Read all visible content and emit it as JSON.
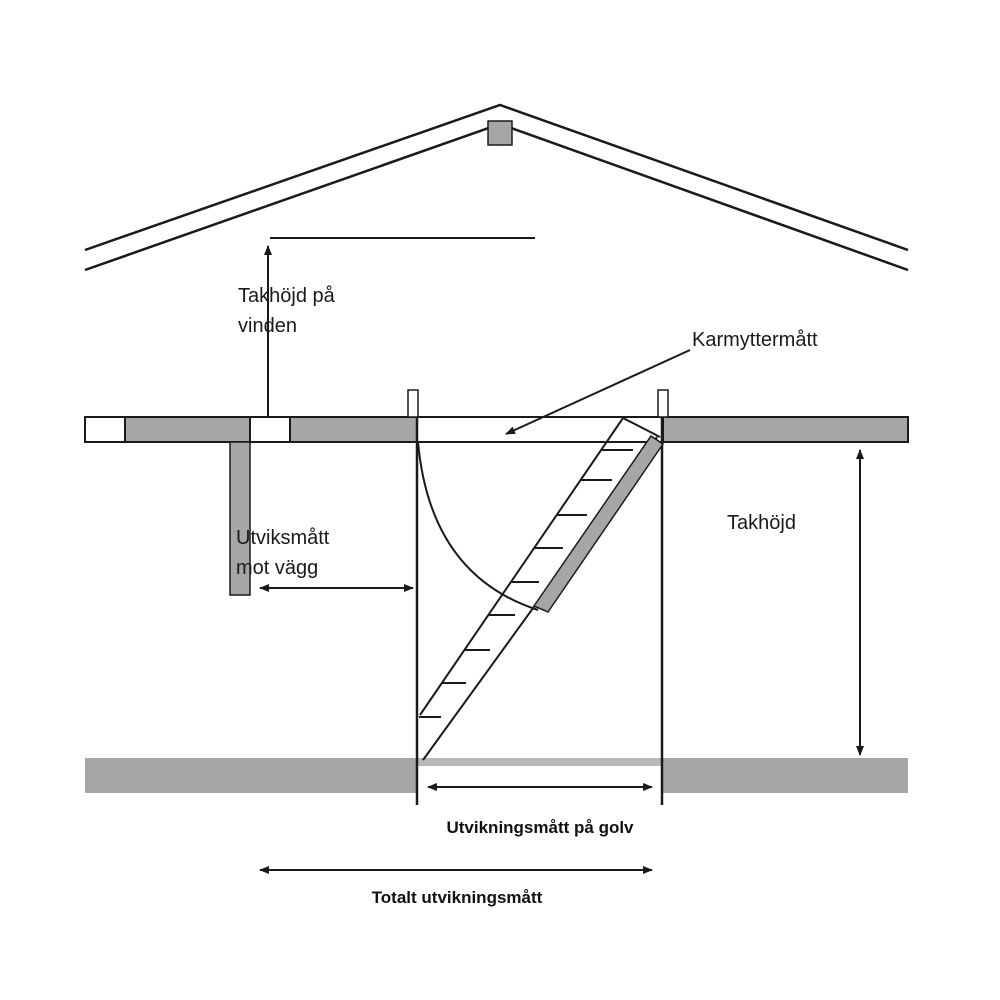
{
  "labels": {
    "attic_height": [
      "Takhöjd på",
      "vinden"
    ],
    "frame_outer": "Karmyttermått",
    "ceiling_height": "Takhöjd",
    "wall_clearance": [
      "Utviksmått",
      "mot vägg"
    ],
    "floor_extent": "Utvikningsmått på golv",
    "total_extent": "Totalt utvikningsmått"
  },
  "colors": {
    "gray": "#a6a6a6",
    "line": "#1a1a1a"
  }
}
